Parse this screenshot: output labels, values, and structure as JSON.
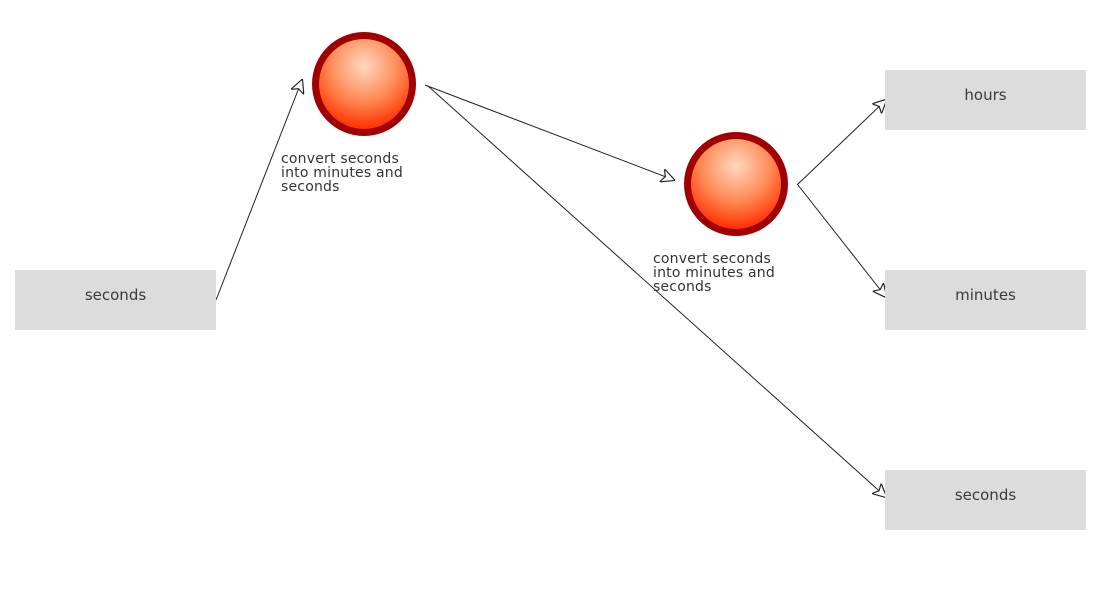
{
  "inputs": [
    {
      "label": "seconds"
    }
  ],
  "processes": [
    {
      "label": "convert seconds into minutes and seconds"
    },
    {
      "label": "convert seconds into minutes and seconds"
    }
  ],
  "outputs": [
    {
      "label": "hours"
    },
    {
      "label": "minutes"
    },
    {
      "label": "seconds"
    }
  ],
  "colors": {
    "box_fill": "#dcdcdc",
    "process_ring": "#a00000",
    "process_fill_light": "#ffd4b8",
    "process_fill_dark": "#ff3a0a",
    "edge": "#222222"
  },
  "edges": [
    {
      "from": "input-seconds",
      "to": "process-1"
    },
    {
      "from": "process-1",
      "to": "process-2"
    },
    {
      "from": "process-1",
      "to": "output-seconds"
    },
    {
      "from": "process-2",
      "to": "output-hours"
    },
    {
      "from": "process-2",
      "to": "output-minutes"
    }
  ]
}
